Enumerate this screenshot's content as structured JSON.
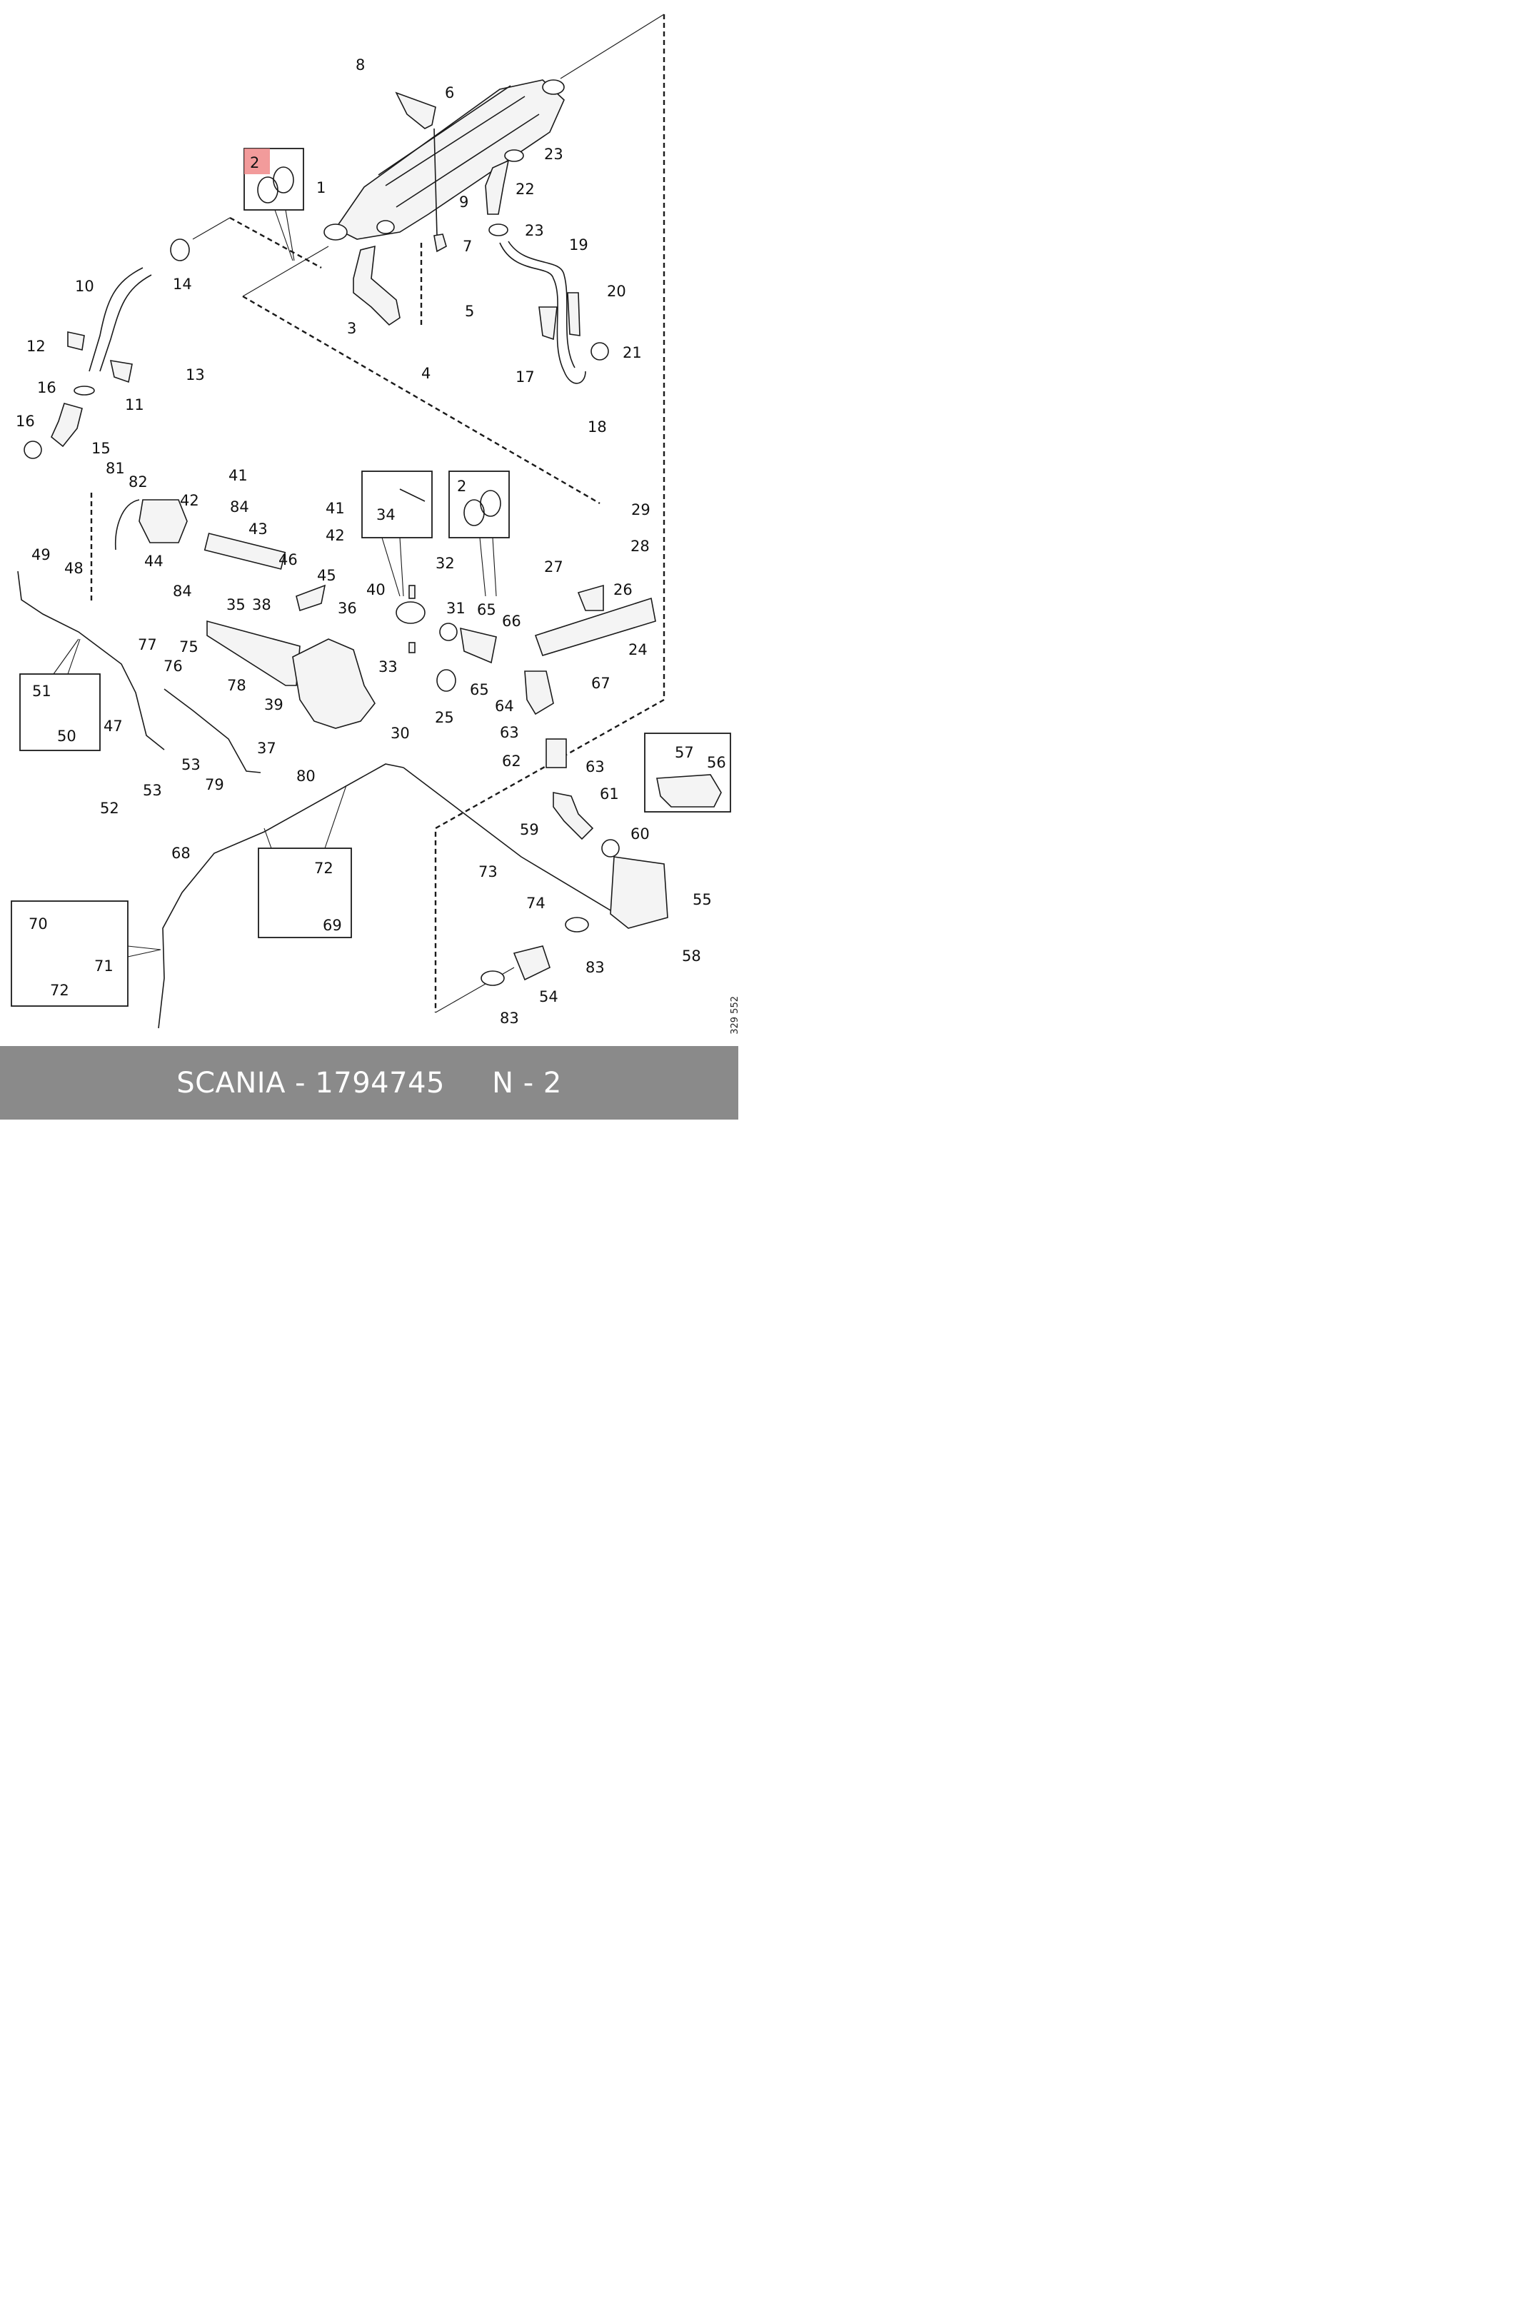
{
  "diagram": {
    "reference_number": "329 552",
    "highlighted_label": "2",
    "callouts": [
      "1",
      "2",
      "3",
      "4",
      "5",
      "6",
      "7",
      "8",
      "9",
      "10",
      "11",
      "12",
      "13",
      "14",
      "15",
      "16",
      "17",
      "18",
      "19",
      "20",
      "21",
      "22",
      "23",
      "24",
      "25",
      "26",
      "27",
      "28",
      "29",
      "30",
      "31",
      "32",
      "33",
      "34",
      "35",
      "36",
      "37",
      "38",
      "39",
      "40",
      "41",
      "42",
      "43",
      "44",
      "45",
      "46",
      "47",
      "48",
      "49",
      "50",
      "51",
      "52",
      "53",
      "54",
      "55",
      "56",
      "57",
      "58",
      "59",
      "60",
      "61",
      "62",
      "63",
      "64",
      "65",
      "66",
      "67",
      "68",
      "69",
      "70",
      "71",
      "72",
      "73",
      "74",
      "75",
      "76",
      "77",
      "78",
      "79",
      "80",
      "81",
      "82",
      "83",
      "84"
    ]
  },
  "footer": {
    "brand": "SCANIA",
    "part_number": "1794745",
    "page_code": "N - 2"
  }
}
